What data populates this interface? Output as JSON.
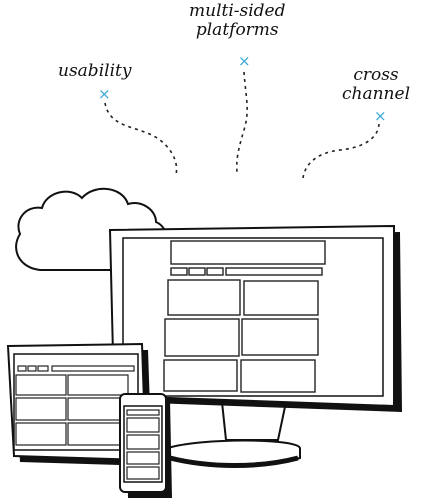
{
  "labels": {
    "usability": "usability",
    "multi_sided_line1": "multi-sided",
    "multi_sided_line2": "platforms",
    "cross_channel_line1": "cross",
    "cross_channel_line2": "channel"
  },
  "icons": {
    "marker": "×"
  },
  "colors": {
    "ink": "#111111",
    "accent": "#39a9d6",
    "paper": "#ffffff"
  }
}
